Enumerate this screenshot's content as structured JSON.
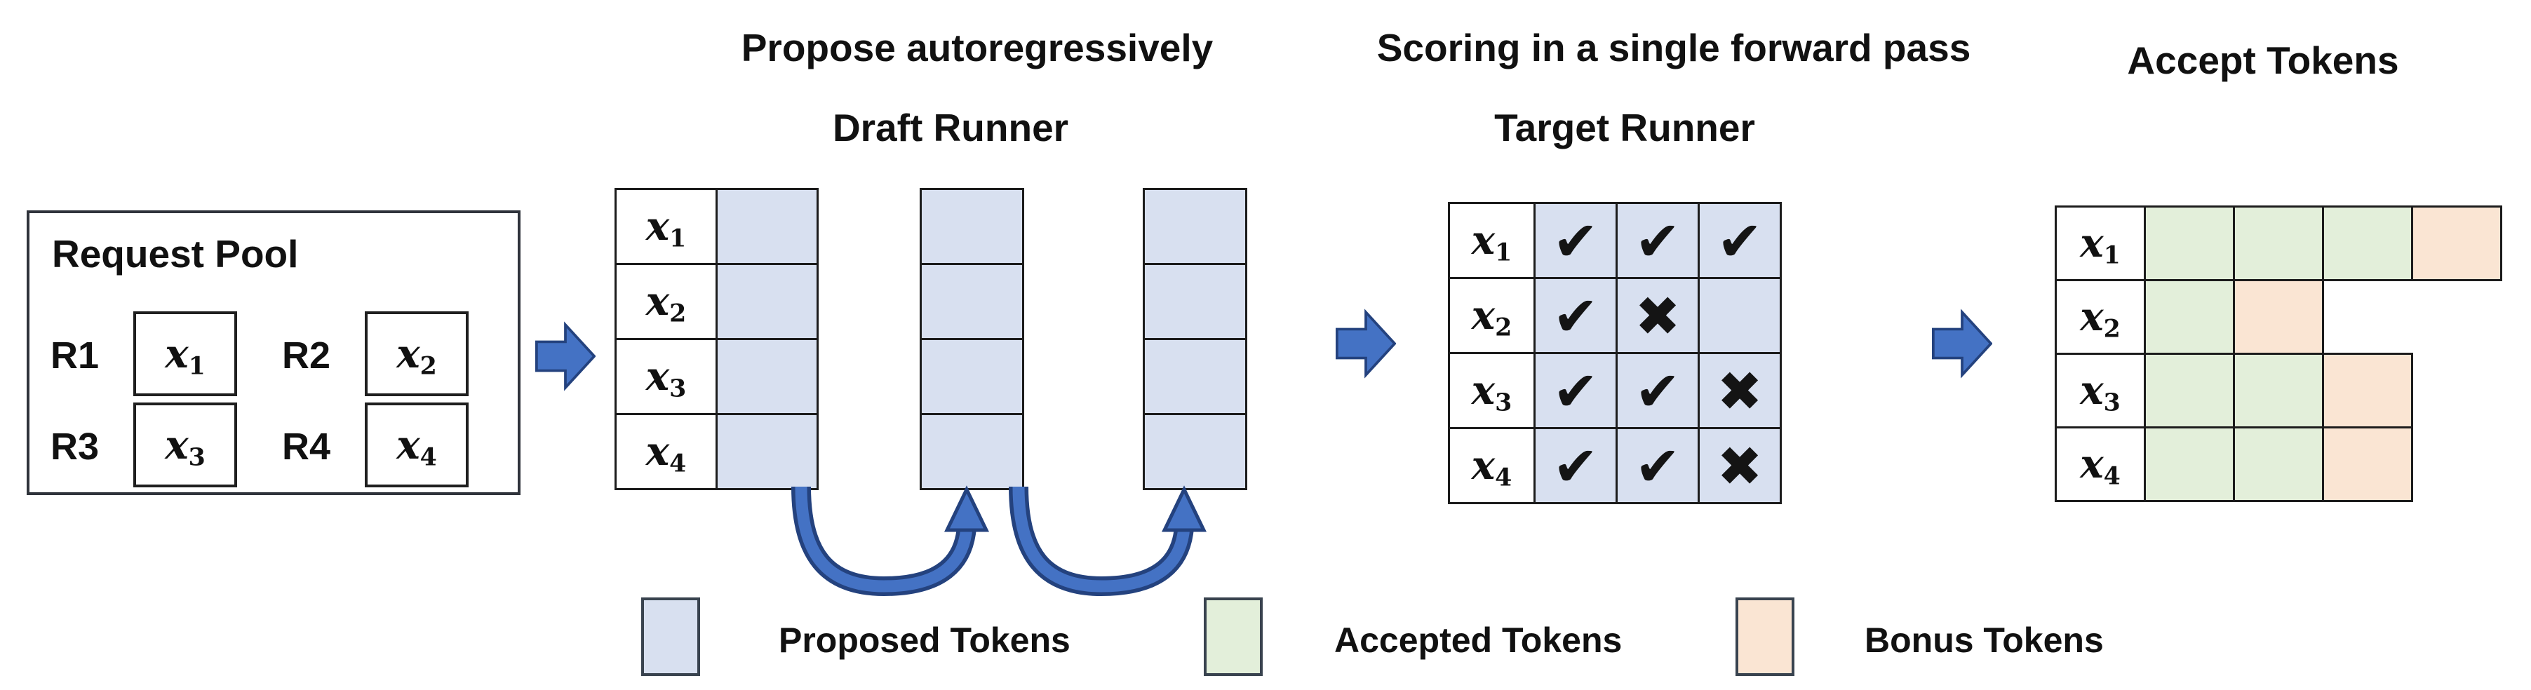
{
  "titles": {
    "propose": "Propose autoregressively",
    "draft_runner": "Draft Runner",
    "scoring": "Scoring in a single forward pass",
    "target_runner": "Target Runner",
    "accept": "Accept Tokens"
  },
  "request_pool": {
    "title": "Request Pool",
    "requests": [
      {
        "id": "R1",
        "token_base": "x",
        "token_sub": "1"
      },
      {
        "id": "R2",
        "token_base": "x",
        "token_sub": "2"
      },
      {
        "id": "R3",
        "token_base": "x",
        "token_sub": "3"
      },
      {
        "id": "R4",
        "token_base": "x",
        "token_sub": "4"
      }
    ]
  },
  "row_labels": [
    {
      "base": "x",
      "sub": "1"
    },
    {
      "base": "x",
      "sub": "2"
    },
    {
      "base": "x",
      "sub": "3"
    },
    {
      "base": "x",
      "sub": "4"
    }
  ],
  "draft": {
    "columns": 3,
    "rows_per_column": 4
  },
  "target": {
    "marks": [
      [
        "✔",
        "✔",
        "✔"
      ],
      [
        "✔",
        "✖",
        ""
      ],
      [
        "✔",
        "✔",
        "✖"
      ],
      [
        "✔",
        "✔",
        "✖"
      ]
    ]
  },
  "accept": {
    "grid": [
      [
        "accepted",
        "accepted",
        "accepted",
        "bonus"
      ],
      [
        "accepted",
        "bonus",
        "",
        ""
      ],
      [
        "accepted",
        "accepted",
        "bonus",
        ""
      ],
      [
        "accepted",
        "accepted",
        "bonus",
        ""
      ]
    ]
  },
  "legend": {
    "items": [
      {
        "label": "Proposed Tokens",
        "type": "proposed",
        "color": "#D8E0F0"
      },
      {
        "label": "Accepted Tokens",
        "type": "accepted",
        "color": "#E3EFDA"
      },
      {
        "label": "Bonus Tokens",
        "type": "bonus",
        "color": "#FAE5D3"
      }
    ]
  },
  "colors": {
    "proposed_cell": "#D8E0F0",
    "accepted_cell": "#E3EFDA",
    "bonus_cell": "#FAE5D3",
    "arrow_fill": "#4472C4",
    "arrow_outline": "#24427E",
    "grid_line": "#1C1C1C"
  }
}
